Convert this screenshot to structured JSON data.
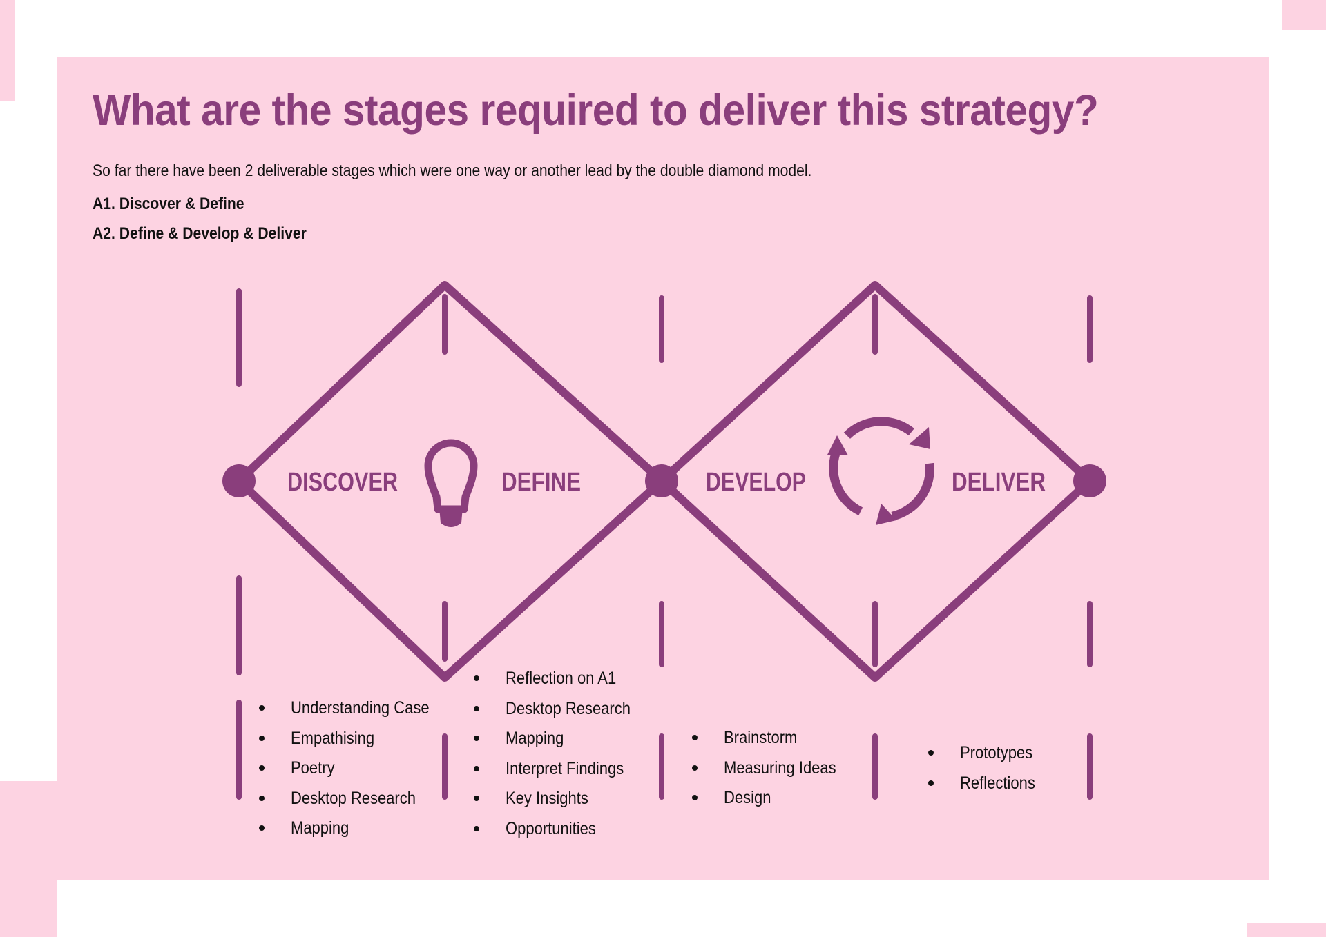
{
  "title": "What are the stages required to deliver this strategy?",
  "intro": "So far there have been 2 deliverable stages which were one way or another lead by the double diamond model.",
  "stages": [
    "A1. Discover & Define",
    "A2. Define & Develop & Deliver"
  ],
  "diagram": {
    "phases": [
      "DISCOVER",
      "DEFINE",
      "DEVELOP",
      "DELIVER"
    ],
    "icons": [
      "lightbulb-icon",
      "cycle-arrows-icon"
    ],
    "color": "#8a3e7c"
  },
  "lists": {
    "discover": [
      "Understanding Case",
      "Empathising",
      "Poetry",
      "Desktop Research",
      "Mapping"
    ],
    "define": [
      "Reflection on A1",
      "Desktop Research",
      "Mapping",
      "Interpret Findings",
      "Key Insights",
      "Opportunities"
    ],
    "develop": [
      "Brainstorm",
      "Measuring Ideas",
      "Design"
    ],
    "deliver": [
      "Prototypes",
      "Reflections"
    ]
  },
  "colors": {
    "panel": "#fdd3e2",
    "accent": "#8a3e7c",
    "text": "#111111",
    "background": "#ffffff"
  }
}
